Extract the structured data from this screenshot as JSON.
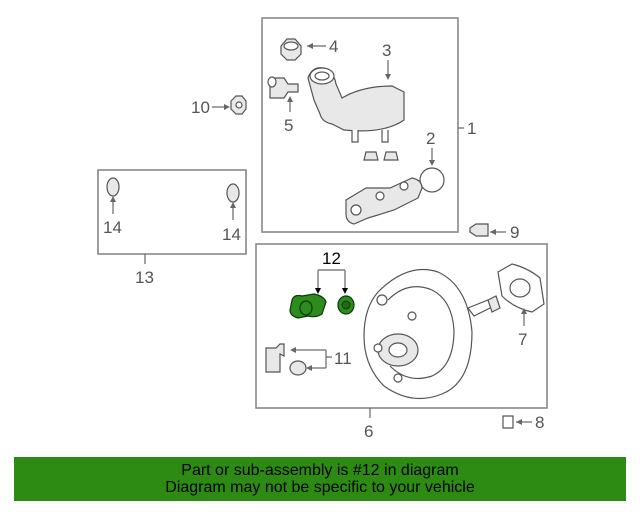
{
  "callouts": {
    "c1": "1",
    "c2": "2",
    "c3": "3",
    "c4": "4",
    "c5": "5",
    "c6": "6",
    "c7": "7",
    "c8": "8",
    "c9": "9",
    "c10": "10",
    "c11": "11",
    "c12": "12",
    "c13": "13",
    "c14a": "14",
    "c14b": "14"
  },
  "banner": {
    "line1": "Part or sub-assembly is #12 in diagram",
    "line2": "Diagram may not be specific to your vehicle",
    "color": "#2d8a12"
  },
  "highlight": {
    "part": "12",
    "color": "#2e8b1e"
  }
}
